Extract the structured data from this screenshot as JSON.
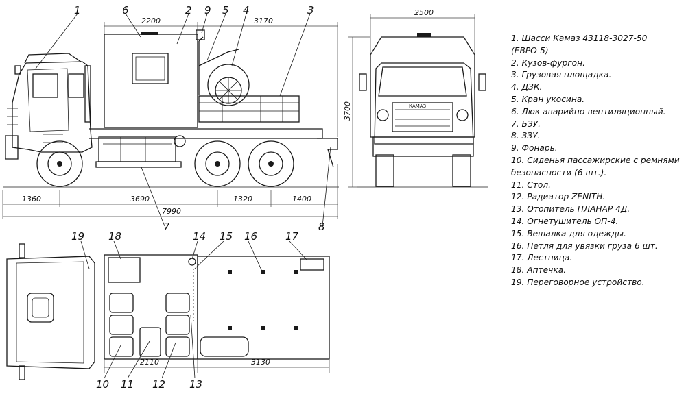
{
  "legend": [
    "1. Шасси Камаз 43118-3027-50 (ЕВРО-5)",
    "2. Кузов-фургон.",
    "3. Грузовая площадка.",
    "4. ДЗК.",
    "5. Кран укосина.",
    "6. Люк аварийно-вентиляционный.",
    "7. БЗУ.",
    "8. ЗЗУ.",
    "9. Фонарь.",
    "10. Сиденья пассажирские с ремнями безопасности (6 шт.).",
    "11. Стол.",
    "12. Радиатор ZENITH.",
    "13. Отопитель ПЛАНАР 4Д.",
    "14. Огнетушитель ОП-4.",
    "15. Вешалка для одежды.",
    "16. Петля для увязки груза 6 шт.",
    "17. Лестница.",
    "18. Аптечка.",
    "19. Переговорное устройство."
  ],
  "callouts": {
    "n1": "1",
    "n2": "2",
    "n3": "3",
    "n4": "4",
    "n5": "5",
    "n6": "6",
    "n7": "7",
    "n8": "8",
    "n9": "9",
    "n10": "10",
    "n11": "11",
    "n12": "12",
    "n13": "13",
    "n14": "14",
    "n15": "15",
    "n16": "16",
    "n17": "17",
    "n18": "18",
    "n19": "19"
  },
  "dimensions": {
    "d2200": "2200",
    "d3170": "3170",
    "d1360": "1360",
    "d3690": "3690",
    "d1320": "1320",
    "d1400": "1400",
    "d7990": "7990",
    "d2500": "2500",
    "d3700": "3700",
    "d2110": "2110",
    "d3130": "3130"
  },
  "brand_plate": "КАМАЗ"
}
